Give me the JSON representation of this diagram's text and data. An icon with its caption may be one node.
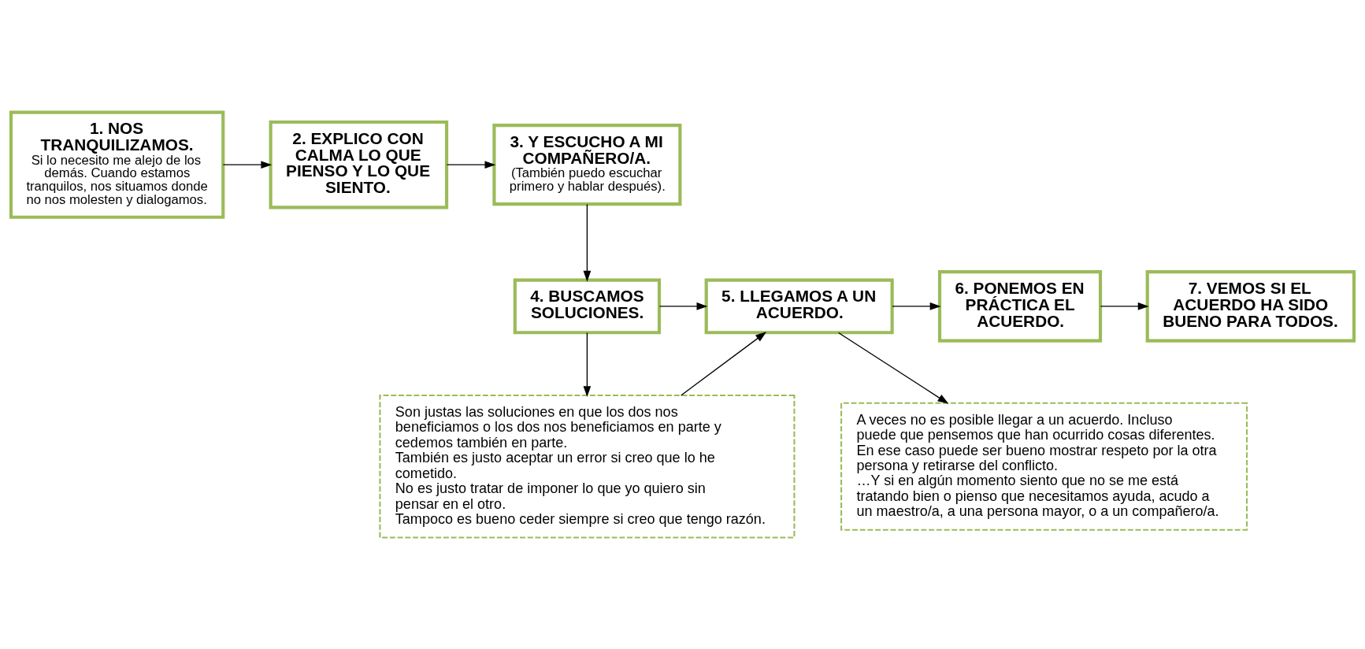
{
  "diagram": {
    "nodes": [
      {
        "text": [
          "1. NOS TRANQUILIZAMOS.",
          "Si lo necesito me alejo de los demás. Cuando estamos tranquilos, nos situamos donde no nos molesten y dialogamos."
        ]
      },
      {
        "text": [
          "2. EXPLICO CON CALMA LO QUE PIENSO Y LO QUE SIENTO."
        ]
      },
      {
        "text": [
          "3. Y ESCUCHO A MI COMPAÑERO/A.",
          "(También puedo escuchar primero y hablar después)."
        ]
      },
      {
        "text": [
          "4. BUSCAMOS SOLUCIONES."
        ]
      },
      {
        "text": [
          "5. LLEGAMOS A UN ACUERDO."
        ]
      },
      {
        "text": [
          "6. PONEMOS EN PRÁCTICA EL ACUERDO."
        ]
      },
      {
        "text": [
          "7. VEMOS SI EL ACUERDO HA SIDO BUENO PARA TODOS."
        ]
      },
      {
        "text": [
          "A veces no es posible llegar a un acuerdo. Incluso puede que pensemos que han ocurrido cosas diferentes.",
          "En ese caso puede ser bueno mostrar respeto por la otra persona y retirarse del conflicto.",
          "…Y si en algún momento siento que no se me está tratando bien o pienso que necesitamos ayuda, acudo a un maestro/a, a una persona mayor, o a un compañero/a."
        ]
      },
      {
        "text": [
          "Son justas las soluciones en que los dos nos beneficiamos o los dos nos beneficiamos en parte y cedemos también en parte.",
          "También es justo aceptar un error si creo que lo he cometido.",
          "No es justo tratar de imponer lo que yo quiero sin pensar en el otro.",
          "Tampoco es bueno ceder siempre si creo que tengo razón."
        ]
      }
    ],
    "edges": [
      {
        "from": 0,
        "to": 1,
        "arrow": "to"
      },
      {
        "from": 1,
        "to": 2,
        "arrow": "to"
      },
      {
        "from": 2,
        "to": 3,
        "arrow": "to"
      },
      {
        "from": 3,
        "to": 4,
        "arrow": "to"
      },
      {
        "from": 4,
        "to": 5,
        "arrow": "to"
      },
      {
        "from": 5,
        "to": 6,
        "arrow": "to"
      },
      {
        "from": 4,
        "to": 7,
        "arrow": "to"
      },
      {
        "from": 8,
        "to": 4,
        "arrow": "to"
      },
      {
        "from": 3,
        "to": 8,
        "arrow": "to"
      }
    ]
  }
}
